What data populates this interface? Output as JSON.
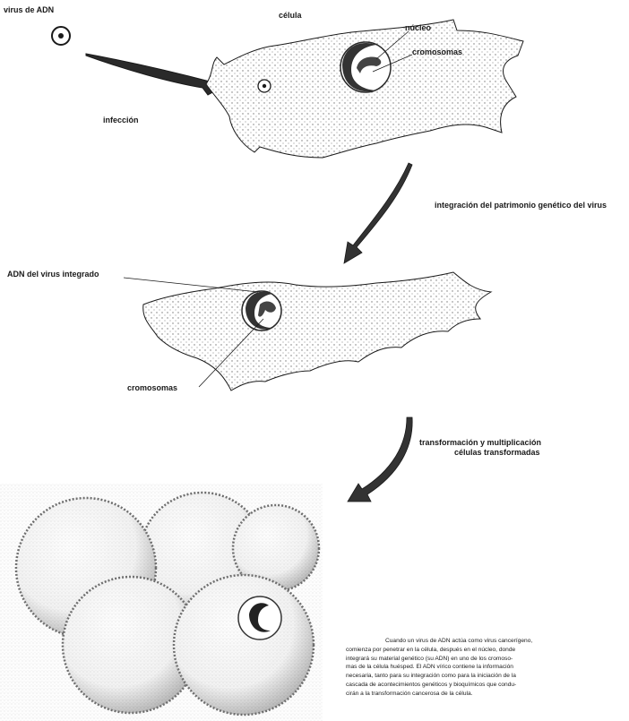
{
  "labels": {
    "virus": "virus de ADN",
    "cell": "célula",
    "nucleus": "núcleo",
    "chromosomes": "cromosomas",
    "infection": "infección",
    "integration": "integración del patrimonio genético del virus",
    "integrated_dna": "ADN del virus integrado",
    "chromosomes_2": "cromosomas",
    "transformation_line1": "transformación y multiplicación",
    "transformation_line2": "células transformadas"
  },
  "caption": {
    "lines": [
      "Cuando un virus de ADN actúa como virus cancerígeno,",
      "comienza por penetrar en la célula, después en el núcleo, donde",
      "integrará su material genético (su ADN) en uno de los cromoso-",
      "mas de la célula huésped. El ADN vírico contiene la información",
      "necesaria, tanto para su integración como para la iniciación de la",
      "cascada de acontecimientos genéticos y bioquímicos que condu-",
      "cirán a la transformación cancerosa de la célula."
    ]
  },
  "colors": {
    "ink": "#1a1a1a",
    "shade": "#555555",
    "paper": "#ffffff"
  }
}
